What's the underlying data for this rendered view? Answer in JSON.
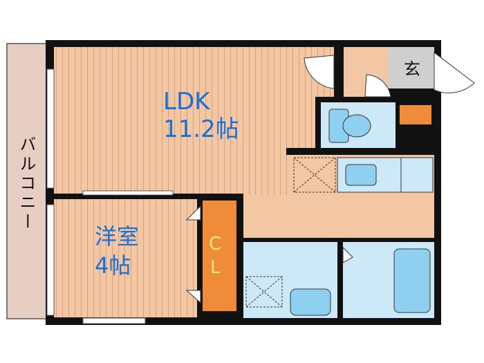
{
  "rooms": {
    "ldk": {
      "name": "LDK",
      "size": "11.2帖"
    },
    "western_room": {
      "name": "洋室",
      "size": "4帖"
    },
    "closet": {
      "letter_c": "C",
      "letter_l": "L"
    },
    "entrance": {
      "name": "玄"
    },
    "balcony": {
      "name": "バルコニー"
    }
  },
  "colors": {
    "wood_floor": "#f4c7a4",
    "wood_line": "#d4a07e",
    "tile_floor": "#f4c7a4",
    "wet_area": "#cde9f8",
    "fixture": "#8fd0f0",
    "closet": "#ee8c3c",
    "label_blue": "#1a6fd4",
    "wall": "#111111",
    "balcony": "#e6cfc2",
    "entrance_floor": "#cfcfcf"
  }
}
